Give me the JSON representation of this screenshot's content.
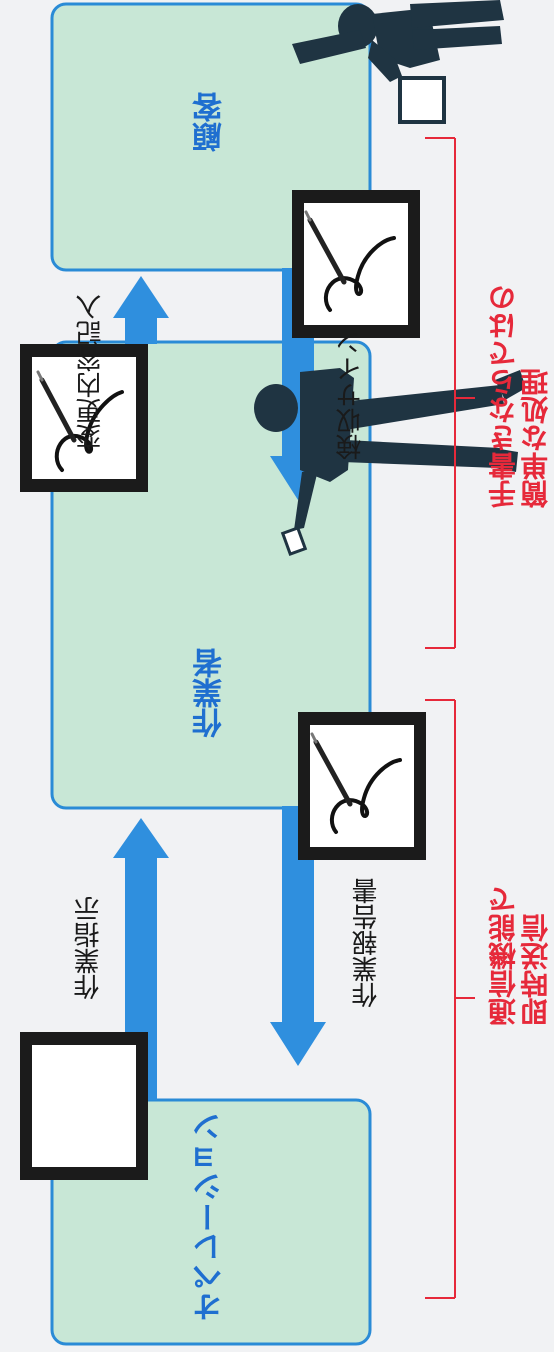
{
  "nodes": {
    "operation": {
      "label": "オペレーション"
    },
    "worker": {
      "label": "作業者"
    },
    "customer": {
      "label": "顧客"
    }
  },
  "arrows": {
    "work_instruction": "作業指示",
    "work_report": "作業報告書",
    "change_entry": "変更内容記入",
    "acceptance_sign": "検収サイン"
  },
  "notes": {
    "instant_send": {
      "line1": "通信機能で",
      "line2": "即時送信"
    },
    "handwriting": {
      "line1": "手書きならではの",
      "line2": "簡単な処理"
    }
  },
  "colors": {
    "box_fill": "#c8e7d6",
    "box_border": "#2a8bd6",
    "arrow": "#2f8fde",
    "label_blue": "#1f6fd0",
    "note_red": "#e6293a",
    "silhouette": "#1f3442"
  }
}
